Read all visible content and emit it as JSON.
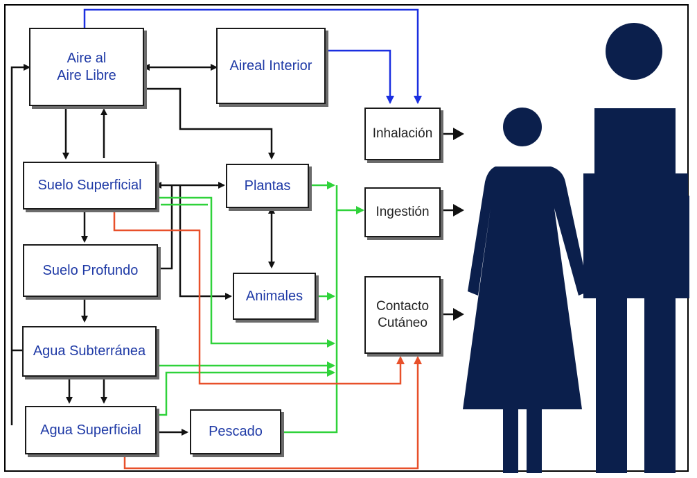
{
  "colors": {
    "blue_arrow": "#1a2fe0",
    "green_arrow": "#2fd23a",
    "red_arrow": "#e8502a",
    "black_arrow": "#111111",
    "figure": "#0b1f4c",
    "label_blue": "#1f3aa6"
  },
  "nodes": {
    "aire_libre": "Aire al\nAire Libre",
    "aire_interior": "Aireal Interior",
    "suelo_superficial": "Suelo Superficial",
    "suelo_profundo": "Suelo Profundo",
    "agua_subterranea": "Agua Subterránea",
    "agua_superficial": "Agua Superficial",
    "plantas": "Plantas",
    "animales": "Animales",
    "pescado": "Pescado",
    "inhalacion": "Inhalación",
    "ingestion": "Ingestión",
    "contacto": "Contacto\nCutáneo"
  },
  "figures": [
    "woman-figure-icon",
    "man-figure-icon"
  ]
}
